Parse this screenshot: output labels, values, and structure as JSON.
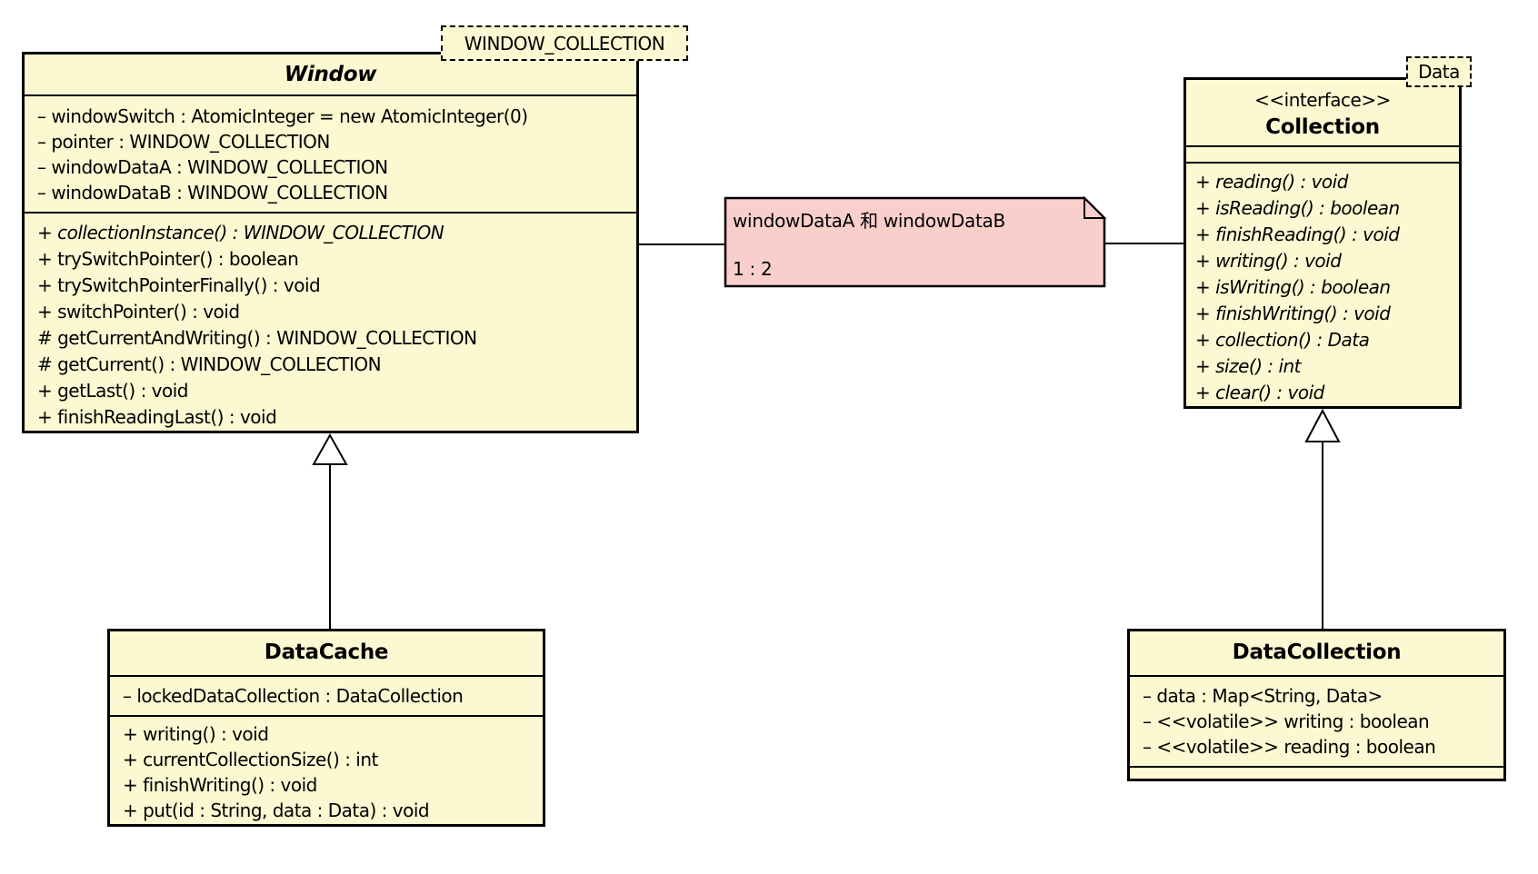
{
  "diagram": {
    "colors": {
      "class_fill": "#fbf8d2",
      "note_fill": "#f9cfcb",
      "border": "#000000"
    },
    "classes": {
      "window": {
        "tag": "WINDOW_COLLECTION",
        "title": "Window",
        "attributes": [
          "– windowSwitch : AtomicInteger = new AtomicInteger(0)",
          "– pointer : WINDOW_COLLECTION",
          "– windowDataA : WINDOW_COLLECTION",
          "– windowDataB : WINDOW_COLLECTION"
        ],
        "methods": [
          "+ collectionInstance() : WINDOW_COLLECTION",
          "+ trySwitchPointer() : boolean",
          "+ trySwitchPointerFinally() : void",
          "+ switchPointer() : void",
          "# getCurrentAndWriting() : WINDOW_COLLECTION",
          "# getCurrent() : WINDOW_COLLECTION",
          "+ getLast() : void",
          "+ finishReadingLast() : void"
        ]
      },
      "collection": {
        "tag": "Data",
        "stereotype": "<<interface>>",
        "title": "Collection",
        "methods": [
          "+ reading() : void",
          "+ isReading() : boolean",
          "+ finishReading() : void",
          "+ writing() : void",
          "+ isWriting() : boolean",
          "+ finishWriting() : void",
          "+ collection() : Data",
          "+ size() : int",
          "+ clear() : void"
        ]
      },
      "dataCache": {
        "title": "DataCache",
        "attributes": [
          "– lockedDataCollection : DataCollection"
        ],
        "methods": [
          "+ writing() : void",
          "+ currentCollectionSize() : int",
          "+ finishWriting() : void",
          "+ put(id : String, data : Data) : void"
        ]
      },
      "dataCollection": {
        "title": "DataCollection",
        "attributes": [
          "– data : Map<String, Data>",
          "– <<volatile>> writing : boolean",
          "– <<volatile>> reading : boolean"
        ]
      }
    },
    "note": {
      "line1": "windowDataA 和 windowDataB",
      "line2": "1 : 2"
    }
  }
}
